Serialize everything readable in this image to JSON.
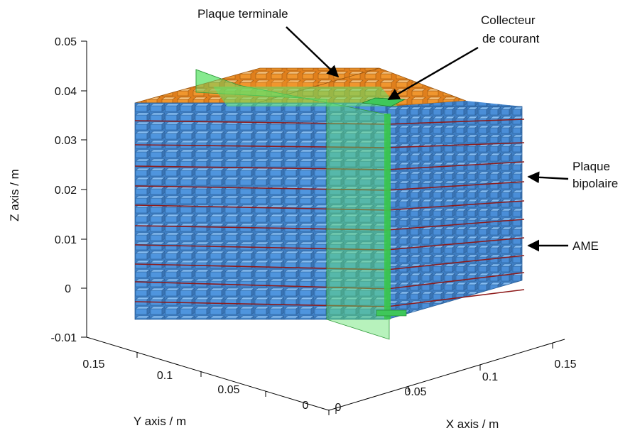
{
  "figure": {
    "colors": {
      "cell": "#4f95de",
      "cell_dark": "#3e78b8",
      "cell_top": "#7db6ef",
      "end_plate": "#f0962e",
      "end_plate_top": "#f6b766",
      "current_collector": "#3fc75a",
      "section_plane": "#5fe36a",
      "bipolar_plate_line": "#8e1b1b",
      "axis": "#000000"
    },
    "z_axis": {
      "title": "Z axis / m",
      "ticks": [
        "0.05",
        "0.04",
        "0.03",
        "0.02",
        "0.01",
        "0",
        "-0.01"
      ]
    },
    "y_axis": {
      "title": "Y axis / m",
      "ticks": [
        "0.15",
        "0.1",
        "0.05",
        "0"
      ]
    },
    "x_axis": {
      "title": "X axis / m",
      "ticks": [
        "0",
        "0.05",
        "0.1",
        "0.15"
      ]
    },
    "annotations": {
      "end_plate": "Plaque terminale",
      "current_collector_l1": "Collecteur",
      "current_collector_l2": "de courant",
      "bipolar_plate_l1": "Plaque",
      "bipolar_plate_l2": "bipolaire",
      "mea": "AME"
    },
    "icons": {
      "arrow": "arrow-icon"
    }
  }
}
